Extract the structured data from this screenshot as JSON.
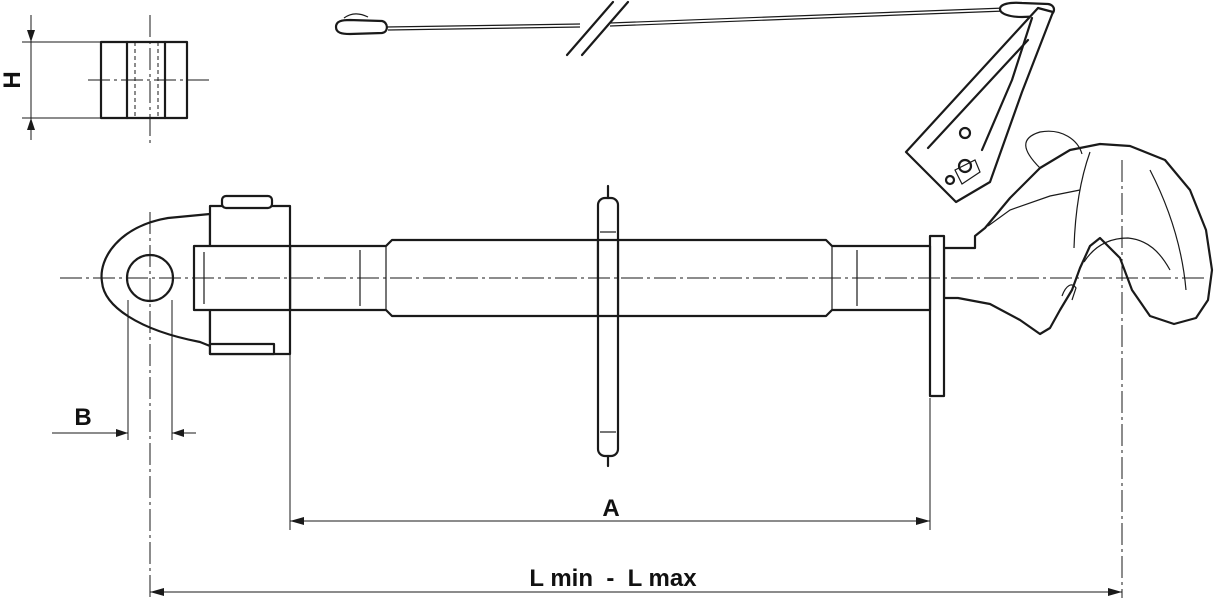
{
  "dimensions": {
    "height_label": "H",
    "pin_width_label": "B",
    "thread_length_label": "A",
    "overall_length_label": "L min  -  L max"
  }
}
